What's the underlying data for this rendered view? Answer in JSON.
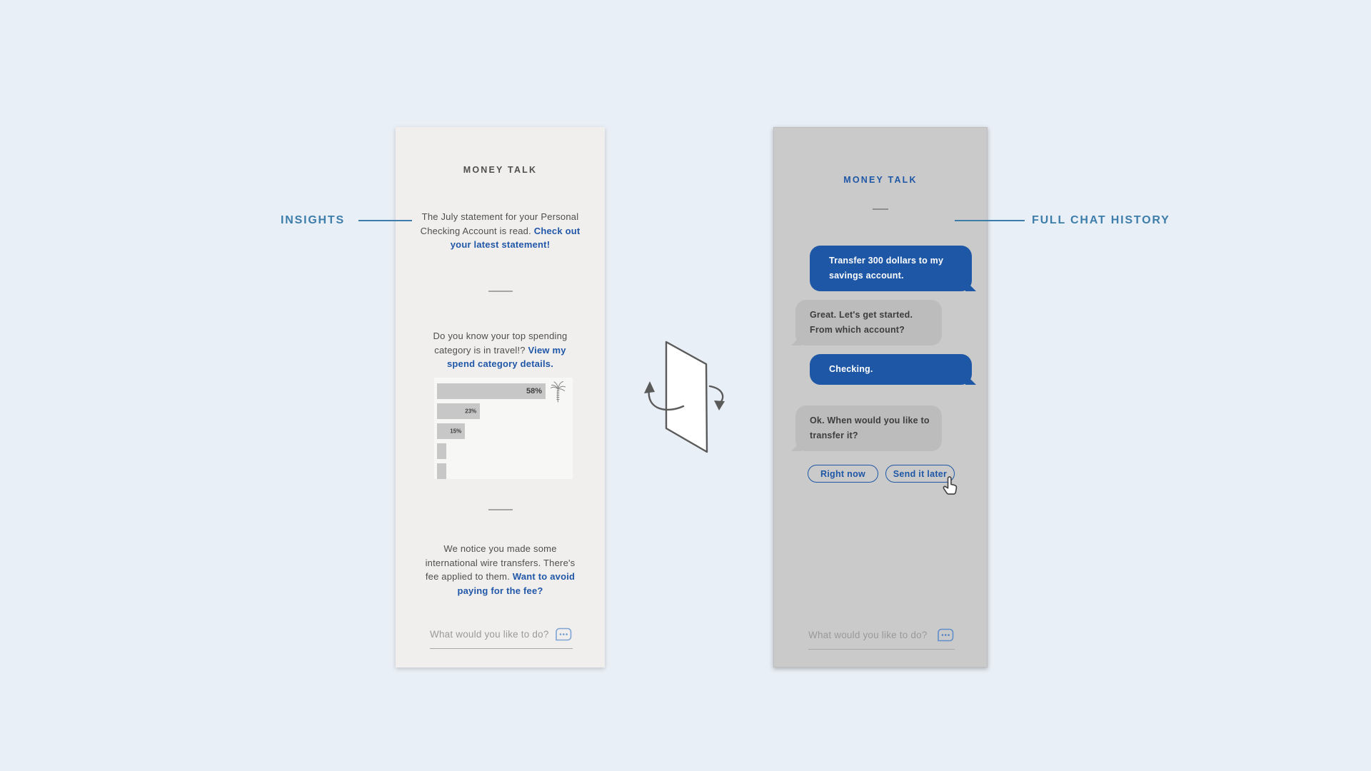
{
  "annotations": {
    "left_label": "INSIGHTS",
    "right_label": "FULL CHAT HISTORY",
    "label_color": "#3d7daa"
  },
  "insights_panel": {
    "title": "MONEY TALK",
    "messages": [
      {
        "text": "The July statement for your Personal Checking Account is read. ",
        "link": "Check out your latest statement!"
      },
      {
        "text": "Do you know your top spending category is in travel!? ",
        "link": "View my spend category details."
      },
      {
        "text": "We notice you made some international wire transfers. There's fee applied to them. ",
        "link": "Want to avoid paying for the fee?"
      }
    ],
    "chart": {
      "type": "bar",
      "orientation": "horizontal",
      "values_percent": [
        58,
        23,
        15,
        5,
        5
      ],
      "labels": [
        "58%",
        "23%",
        "15%",
        "",
        ""
      ],
      "top_category_icon": "palm-tree-icon",
      "bar_color": "#c7c7c7",
      "plot_background": "#f7f7f6"
    },
    "input": {
      "placeholder": "What would you like to do?",
      "icon": "chat-ellipsis-icon"
    }
  },
  "chat_panel": {
    "title": "MONEY TALK",
    "messages": [
      {
        "from": "user",
        "text": "Transfer 300 dollars to my savings account."
      },
      {
        "from": "bot",
        "text": "Great. Let's get started. From which account?"
      },
      {
        "from": "user",
        "text": "Checking."
      },
      {
        "from": "bot",
        "text": "Ok. When would you like to transfer it?"
      }
    ],
    "quick_replies": [
      "Right now",
      "Send it later"
    ],
    "input": {
      "placeholder": "What would you like to do?",
      "icon": "chat-ellipsis-icon"
    },
    "cursor": "hand-pointer-icon"
  },
  "colors": {
    "page_background": "#e9eff6",
    "insights_panel_background": "#f0efed",
    "chat_panel_background": "#cacaca",
    "accent_blue": "#1e57a6",
    "annotation_blue": "#3d7daa",
    "user_bubble": "#1e57a6",
    "bot_bubble": "#bcbcbc"
  }
}
